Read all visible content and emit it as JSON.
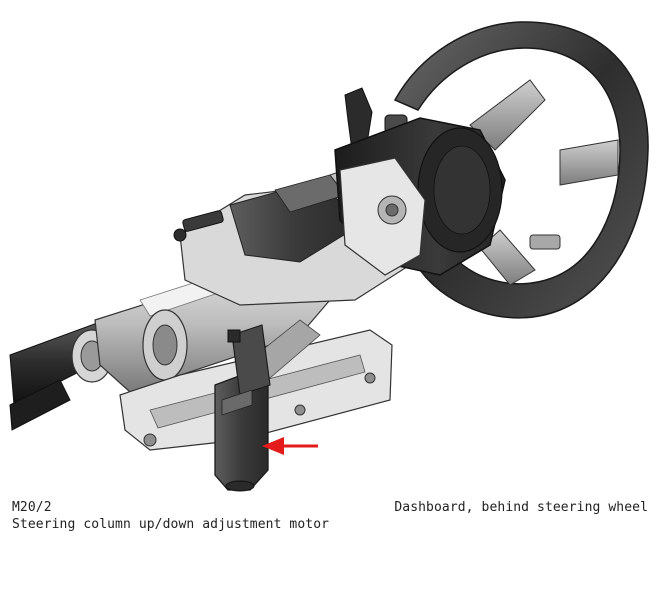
{
  "component": {
    "code": "M20/2",
    "description": "Steering column up/down adjustment motor",
    "location": "Dashboard, behind steering wheel"
  },
  "colors": {
    "arrow": "#e31b1b",
    "line": "#2a2a2a",
    "dark_part": "#3c3c3c",
    "mid_part": "#9a9a9a",
    "light_part": "#dcdcdc"
  },
  "icons": {
    "pointer": "red-arrow-icon"
  }
}
